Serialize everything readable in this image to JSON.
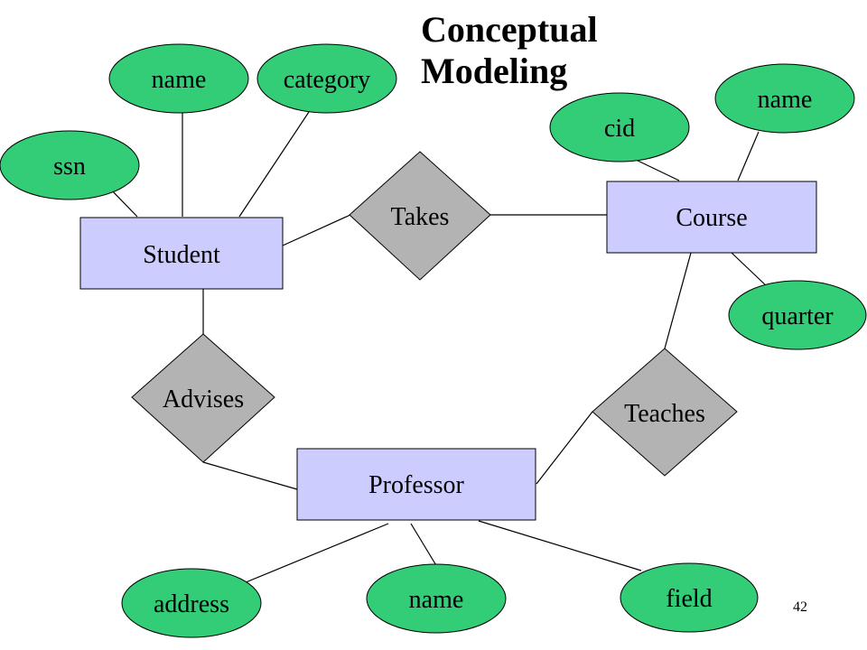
{
  "slide": {
    "title_line1": "Conceptual",
    "title_line2": "Modeling",
    "page_number": "42"
  },
  "colors": {
    "entity_fill": "#ccccff",
    "attribute_fill": "#33cc77",
    "relationship_fill": "#b3b3b3",
    "line": "#000000"
  },
  "entities": {
    "student": "Student",
    "course": "Course",
    "professor": "Professor"
  },
  "relationships": {
    "takes": "Takes",
    "advises": "Advises",
    "teaches": "Teaches"
  },
  "attributes": {
    "student_ssn": "ssn",
    "student_name": "name",
    "student_category": "category",
    "course_cid": "cid",
    "course_name": "name",
    "course_quarter": "quarter",
    "professor_address": "address",
    "professor_name": "name",
    "professor_field": "field"
  }
}
